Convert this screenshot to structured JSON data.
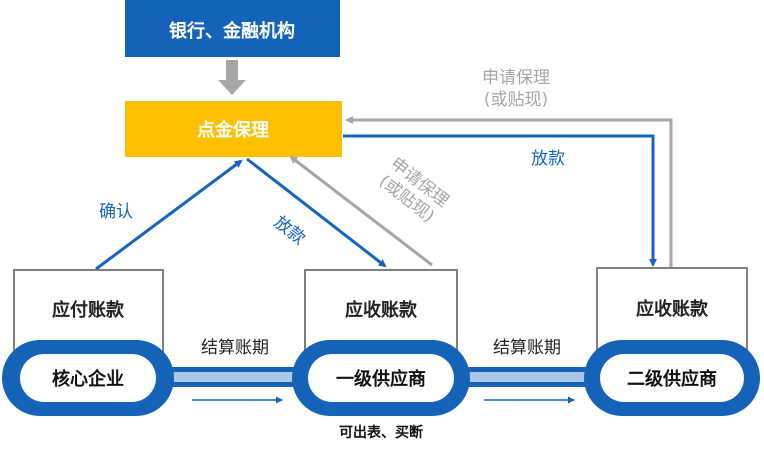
{
  "nodes": {
    "bank": "银行、金融机构",
    "factoring": "点金保理",
    "payable_box": "应付账款",
    "receivable_box_1": "应收账款",
    "receivable_box_2": "应收账款",
    "core_enterprise": "核心企业",
    "tier1_supplier": "一级供应商",
    "tier2_supplier": "二级供应商"
  },
  "edge_labels": {
    "confirm": "确认",
    "disburse_1": "放款",
    "disburse_2": "放款",
    "apply_1_line1": "申请保理",
    "apply_1_line2": "(或贴现)",
    "apply_2_line1": "申请保理",
    "apply_2_line2": "(或贴现)",
    "settlement_1": "结算账期",
    "settlement_2": "结算账期"
  },
  "footnote": "可出表、买断",
  "colors": {
    "bank_fill": "#1463b8",
    "factoring_fill": "#ffc000",
    "blue_line": "#1565c0",
    "gray_line": "#a6a6a6",
    "box_border": "#7f7f7f",
    "label_blue": "#1565c0",
    "label_gray": "#a6a6a6"
  }
}
